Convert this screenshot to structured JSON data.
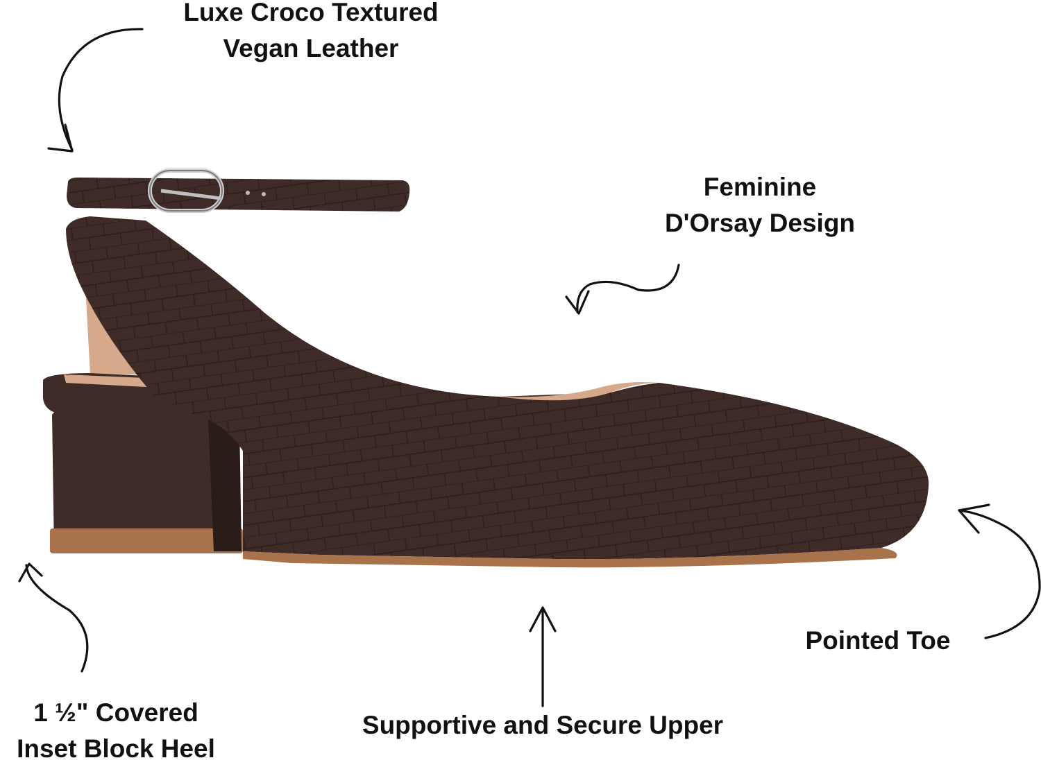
{
  "callouts": {
    "leather_line1": "Luxe Croco Textured",
    "leather_line2": "Vegan Leather",
    "dorsay_line1": "Feminine",
    "dorsay_line2": "D'Orsay Design",
    "toe": "Pointed Toe",
    "upper": "Supportive and Secure Upper",
    "heel_line1": "1 ½\" Covered",
    "heel_line2": "Inset Block Heel"
  },
  "colors": {
    "leather": "#3f2b27",
    "leather_dark": "#2a1c19",
    "sole": "#a8734a",
    "lining": "#d6a98a",
    "ink": "#111111"
  }
}
